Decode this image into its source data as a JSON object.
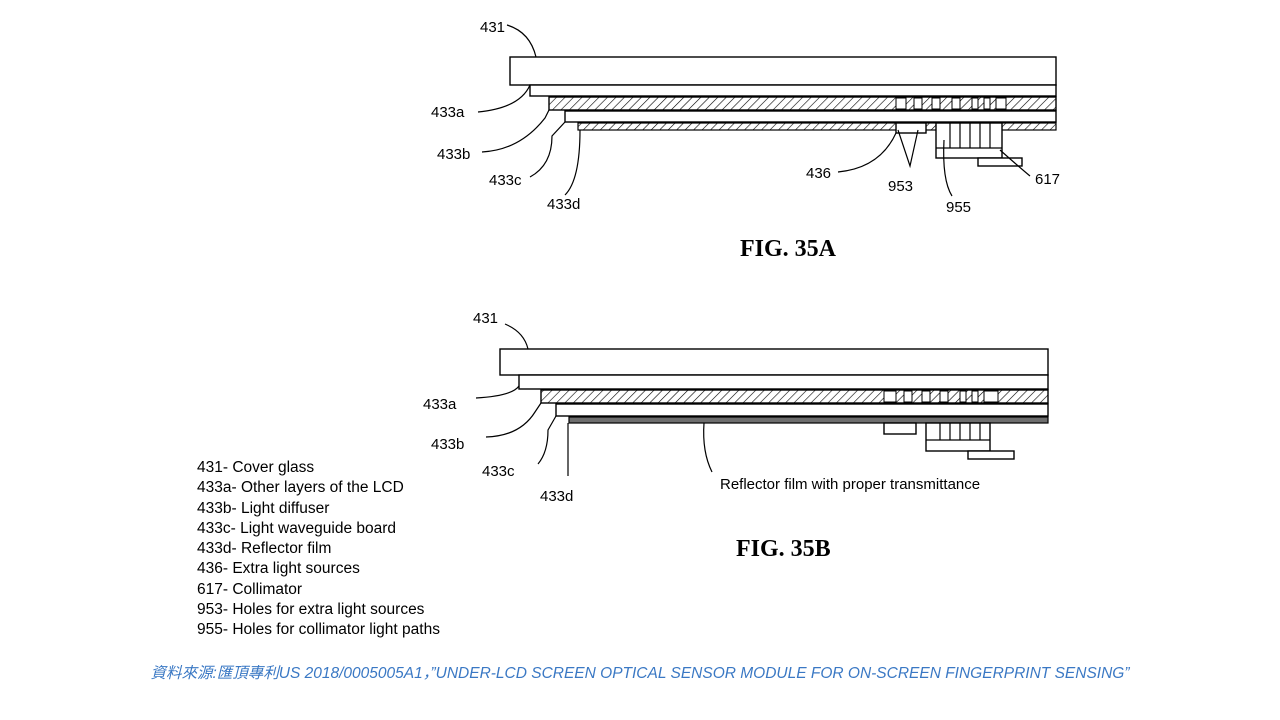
{
  "fig_a": {
    "title": "FIG. 35A",
    "labels": {
      "cover": "431",
      "lcd": "433a",
      "diffuser": "433b",
      "waveguide": "433c",
      "reflector": "433d",
      "extra_light": "436",
      "holes_light": "953",
      "holes_collimator": "955",
      "collimator": "617"
    }
  },
  "fig_b": {
    "title": "FIG. 35B",
    "labels": {
      "cover": "431",
      "lcd": "433a",
      "diffuser": "433b",
      "waveguide": "433c",
      "reflector": "433d"
    },
    "reflector_note": "Reflector film with proper transmittance"
  },
  "legend": [
    "431- Cover glass",
    "433a- Other layers of the LCD",
    "433b- Light diffuser",
    "433c- Light waveguide board",
    "433d- Reflector film",
    "436- Extra light sources",
    "617- Collimator",
    "953- Holes for extra light sources",
    "955- Holes for collimator light paths"
  ],
  "source": "資料來源:匯頂專利US 2018/0005005A1，”UNDER-LCD SCREEN OPTICAL SENSOR MODULE FOR ON-SCREEN FINGERPRINT SENSING”",
  "colors": {
    "source_text": "#3a78c4",
    "reflector_b": "#6e6e6e"
  }
}
